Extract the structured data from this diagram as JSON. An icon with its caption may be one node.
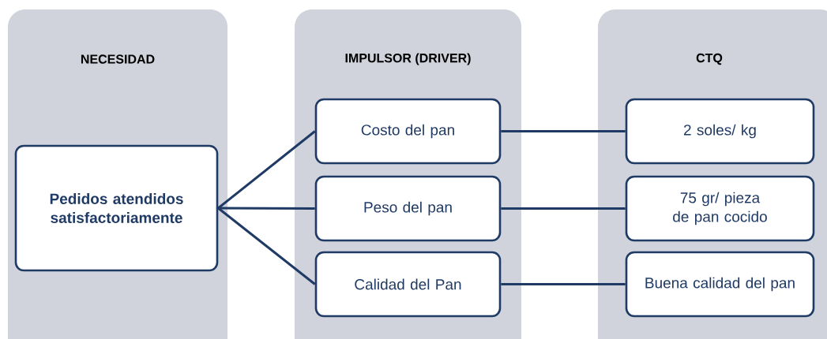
{
  "diagram": {
    "nodes": [
      {
        "text": [
          "NECESIDAD"
        ]
      },
      {
        "text": [
          "IMPULSOR (DRIVER)"
        ]
      },
      {
        "text": [
          "CTQ"
        ]
      },
      {
        "text": [
          "Pedidos atendidos satisfactoriamente"
        ],
        "in": 0
      },
      {
        "text": [
          "Costo del pan"
        ],
        "in": 1
      },
      {
        "text": [
          "Peso del pan"
        ],
        "in": 1
      },
      {
        "text": [
          "Calidad del Pan"
        ],
        "in": 1
      },
      {
        "text": [
          "2 soles/ kg"
        ],
        "in": 2
      },
      {
        "text": [
          "75 gr/ pieza de pan cocido"
        ],
        "in": 2
      },
      {
        "text": [
          "Buena calidad del pan"
        ],
        "in": 2
      }
    ],
    "edges": [
      {
        "from": 3,
        "to": 4,
        "arrow": "none"
      },
      {
        "from": 3,
        "to": 5,
        "arrow": "none"
      },
      {
        "from": 3,
        "to": 6,
        "arrow": "none"
      },
      {
        "from": 4,
        "to": 7,
        "arrow": "none"
      },
      {
        "from": 5,
        "to": 8,
        "arrow": "none"
      },
      {
        "from": 6,
        "to": 9,
        "arrow": "none"
      }
    ]
  }
}
